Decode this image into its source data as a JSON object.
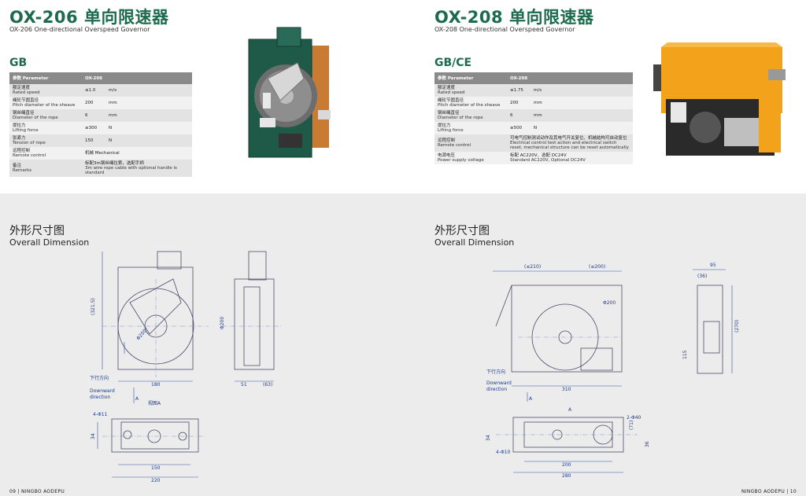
{
  "left": {
    "title": "OX-206 单向限速器",
    "subtitle": "OX-206 One-directional Overspeed Governor",
    "standard": "GB",
    "table": {
      "header": {
        "param": "参数 Parameter",
        "model": "OX-206"
      },
      "rows": [
        {
          "zh": "额定速度",
          "en": "Rated speed",
          "value": "≤1.0",
          "unit": "m/s"
        },
        {
          "zh": "绳轮节圆直径",
          "en": "Pitch diameter of the sheave",
          "value": "200",
          "unit": "mm"
        },
        {
          "zh": "钢丝绳直径",
          "en": "Diameter of the rope",
          "value": "6",
          "unit": "mm"
        },
        {
          "zh": "提拉力",
          "en": "Lifting force",
          "value": "≥300",
          "unit": "N"
        },
        {
          "zh": "张紧力",
          "en": "Tension of rope",
          "value": "150",
          "unit": "N"
        },
        {
          "zh": "远程控制",
          "en": "Remote control",
          "value": "机械 Mechanical",
          "unit": ""
        },
        {
          "zh": "备注",
          "en": "Remarks",
          "value": "标配3m钢丝绳拉索，选配手柄",
          "value2": "3m wire rope cable with optional handle is standard",
          "unit": ""
        }
      ]
    },
    "dimension_zh": "外形尺寸图",
    "dimension_en": "Overall Dimension",
    "drawing": {
      "d1": "(321.5)",
      "d2": "Φ200",
      "d3": "180",
      "d4": "Φ200",
      "d5": "51",
      "d6": "(63)",
      "down_zh": "下行方向",
      "down_en1": "Downward",
      "down_en2": "direction",
      "arrowA": "A",
      "viewA": "视图A",
      "holes": "4-Φ11",
      "d7": "34",
      "d8": "150",
      "d9": "220"
    },
    "footer": "09 | NINGBO AODEPU"
  },
  "right": {
    "title": "OX-208 单向限速器",
    "subtitle": "OX-208 One-directional Overspeed Governor",
    "standard": "GB/CE",
    "table": {
      "header": {
        "param": "参数 Parameter",
        "model": "OX-208"
      },
      "rows": [
        {
          "zh": "额定速度",
          "en": "Rated speed",
          "value": "≤1.75",
          "unit": "m/s"
        },
        {
          "zh": "绳轮节圆直径",
          "en": "Pitch diameter of the sheave",
          "value": "200",
          "unit": "mm"
        },
        {
          "zh": "钢丝绳直径",
          "en": "Diameter of the rope",
          "value": "6",
          "unit": "mm"
        },
        {
          "zh": "提拉力",
          "en": "Lifting force",
          "value": "≥500",
          "unit": "N"
        },
        {
          "zh": "远程控制",
          "en": "Remote control",
          "value": "可电气控制测试动作及其电气开关复位、机械结构可自动复位",
          "value2": "Electrical control test action and electrical switch reset, mechanical structure can be reset automatically",
          "unit": ""
        },
        {
          "zh": "电源电压",
          "en": "Power supply voltage",
          "value": "标配 AC220V、选配 DC24V",
          "value2": "Standard AC220V, Optional DC24V",
          "unit": ""
        }
      ]
    },
    "dimension_zh": "外形尺寸图",
    "dimension_en": "Overall Dimension",
    "drawing": {
      "d1": "(≤210)",
      "d2": "(≤200)",
      "d3": "Φ200",
      "d4": "310",
      "d5": "95",
      "d6": "(36)",
      "d7": "(270)",
      "d8": "115",
      "down_zh": "下行方向",
      "down_en1": "Downward",
      "down_en2": "direction",
      "arrowA": "A",
      "arrowA2": "A",
      "holes1": "2-Φ40",
      "holes2": "4-Φ10",
      "d9": "(71)",
      "d10": "36",
      "d11": "34",
      "d12": "200",
      "d13": "280"
    },
    "footer": "NINGBO AODEPU | 10"
  },
  "colors": {
    "accent": "#1d6b4e",
    "table_header": "#8a8a8a",
    "drawing": "#3552a3",
    "governor_green": "#1f5a49",
    "governor_orange": "#f2a21b"
  }
}
